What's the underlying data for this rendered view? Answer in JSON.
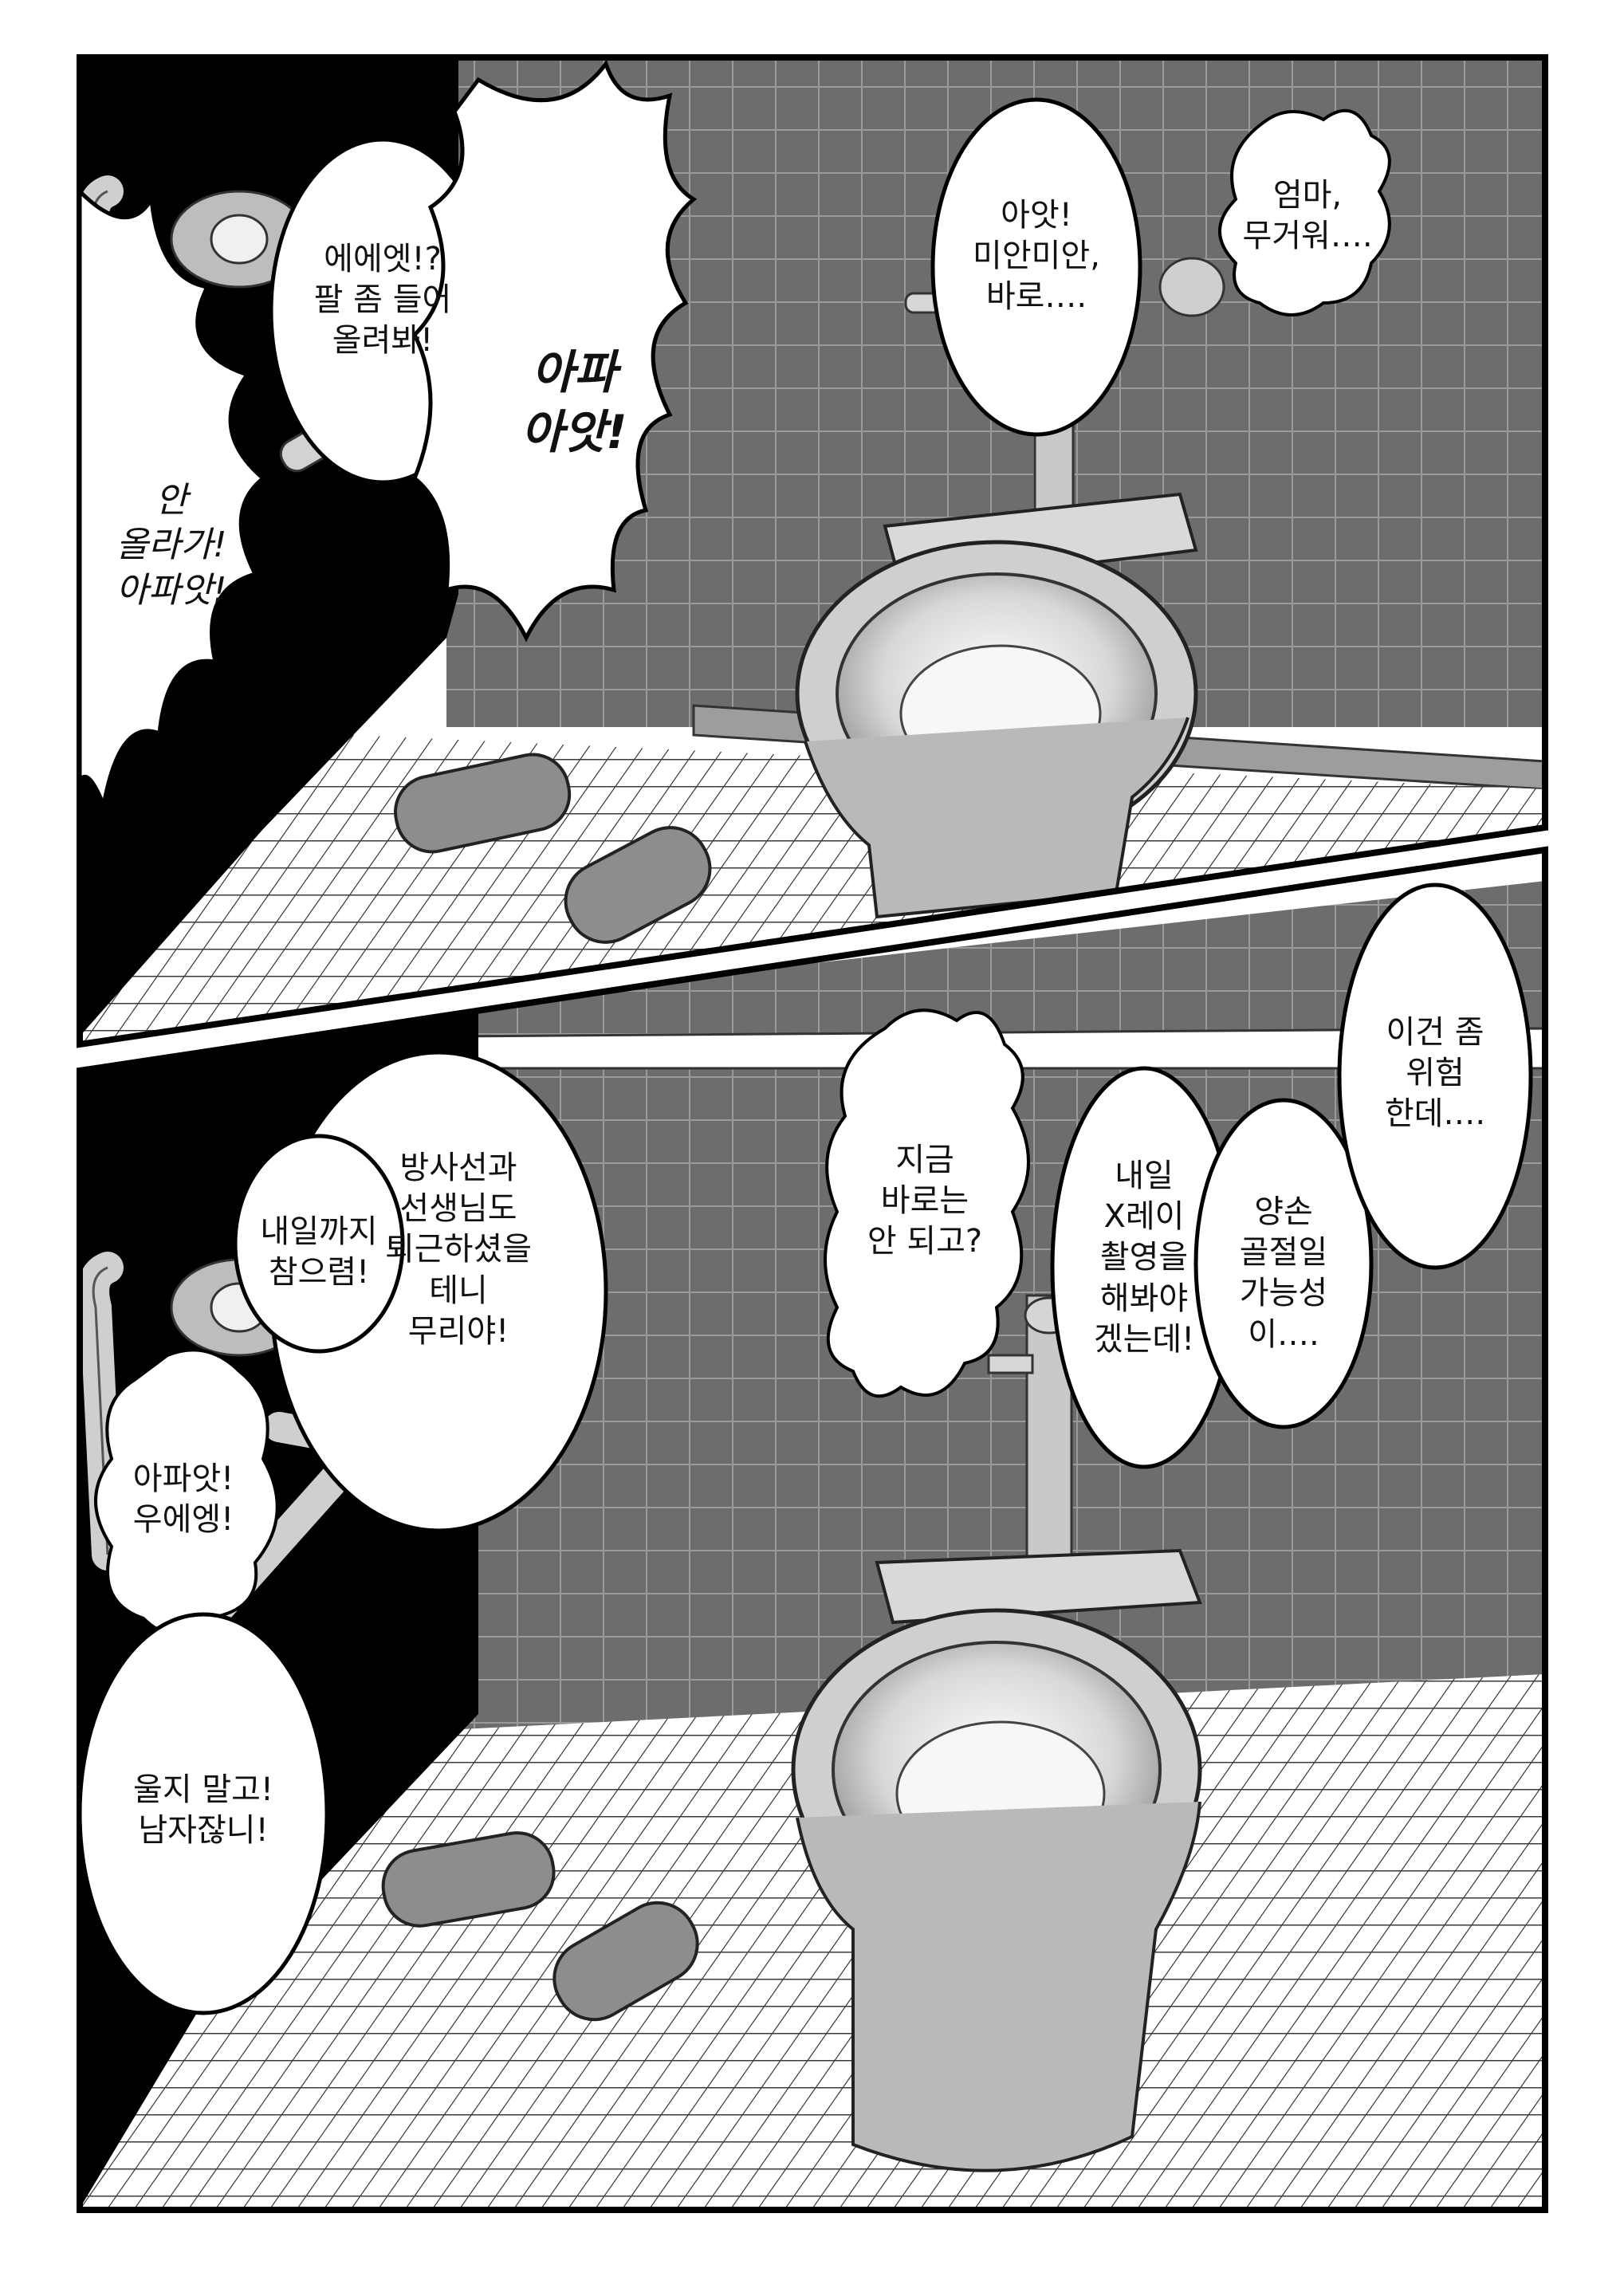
{
  "page": {
    "background": "#ffffff",
    "border_color": "#000000",
    "wall_tile_color": "#6f6f6f",
    "floor_tile_color": "#ffffff",
    "partition_color": "#000000"
  },
  "panels": [
    {
      "id": "top-panel",
      "dialogue": [
        {
          "id": "b1",
          "lines": [
            "에에엣!?",
            "팔 좀 들어",
            "올려봐!"
          ]
        },
        {
          "id": "b2",
          "lines": [
            "아파",
            "아앗!"
          ]
        },
        {
          "id": "b3",
          "lines": [
            "안",
            "올라가!",
            "아파앗!"
          ]
        },
        {
          "id": "b4",
          "lines": [
            "아앗!",
            "미안미안,",
            "바로…."
          ]
        },
        {
          "id": "b5",
          "lines": [
            "엄마,",
            "무거워…."
          ]
        }
      ]
    },
    {
      "id": "bottom-panel",
      "dialogue": [
        {
          "id": "b6",
          "lines": [
            "방사선과",
            "선생님도",
            "퇴근하셨을",
            "테니",
            "무리야!"
          ]
        },
        {
          "id": "b7",
          "lines": [
            "내일까지",
            "참으렴!"
          ]
        },
        {
          "id": "b8",
          "lines": [
            "아파앗!",
            "우에엥!"
          ]
        },
        {
          "id": "b9",
          "lines": [
            "울지 말고!",
            "남자잖니!"
          ]
        },
        {
          "id": "b10",
          "lines": [
            "지금",
            "바로는",
            "안 되고?"
          ]
        },
        {
          "id": "b11",
          "lines": [
            "내일",
            "X레이",
            "촬영을",
            "해봐야",
            "겠는데!"
          ]
        },
        {
          "id": "b12",
          "lines": [
            "양손",
            "골절일",
            "가능성",
            "이…."
          ]
        },
        {
          "id": "b13",
          "lines": [
            "이건 좀",
            "위험",
            "한데…."
          ]
        }
      ]
    }
  ]
}
